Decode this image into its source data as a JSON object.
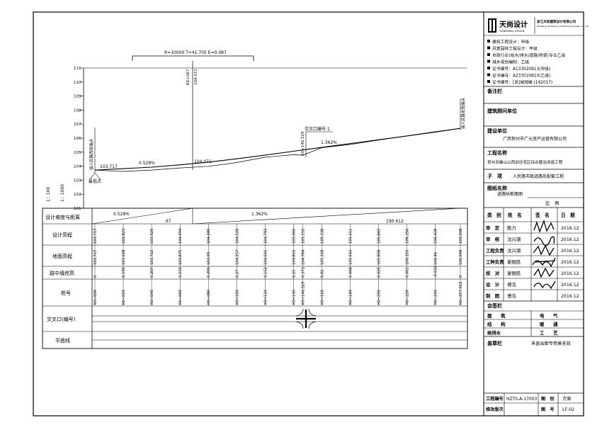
{
  "curve_label": "R=10000 T=41.705 E=0.087",
  "station_top_1": "K0+067",
  "station_top_2": "104.071",
  "start_label": "接人民路西段端点",
  "end_label": "接人民路东段端点",
  "start_elev": "103.717",
  "mid_elev": "104.071",
  "lowest_label": "最低点",
  "grade_1": "0.528%",
  "grade_2": "1.362%",
  "junction_label": "交叉口编号:1",
  "junction_station": "K0+146.529",
  "scale_label": "1：100",
  "scale_label_2": "1：1000",
  "y_ticks": [
    "101",
    "102",
    "103",
    "104",
    "105",
    "106",
    "107",
    "108",
    "109",
    "110",
    "111"
  ],
  "row_labels": {
    "grade": "设计坡度与距离",
    "design": "设计高程",
    "ground": "地面高程",
    "fill": "路中填挖高",
    "station": "桩号",
    "junction": "交叉口(编号)",
    "plan": "平曲线"
  },
  "grade_values": {
    "g1": "0.528%",
    "d1": "67",
    "g2": "1.362%",
    "d2": "190.612"
  },
  "design_elev": [
    "103.717",
    "103.823",
    "103.929",
    "104.094",
    "104.289",
    "104.526",
    "104.793",
    "105.066",
    "105.155",
    "105.338",
    "105.611",
    "105.883",
    "106.156",
    "106.428",
    "106.698"
  ],
  "ground_elev": [
    "103.717",
    "103.628",
    "103.722",
    "103.875",
    "103.99",
    "104.257",
    "104.641",
    "104.816",
    "104.784",
    "105.318",
    "105.543",
    "105.858",
    "106.155",
    "106.46",
    "106.698"
  ],
  "fill_height": [
    "0",
    "0.195",
    "0.207",
    "0.219",
    "0.299",
    "0.27",
    "0.152",
    "0.25",
    "0.371",
    "0.02",
    "0.068",
    "0.025",
    "0.001",
    "-0.032",
    "0"
  ],
  "stations": [
    "K0+000",
    "K0+020",
    "K0+040",
    "K0+060",
    "K0+080",
    "K0+100",
    "K0+120",
    "K0+140",
    "K0+146.529",
    "K0+160",
    "K0+180",
    "K0+200",
    "K0+220",
    "K0+240",
    "K0+257.612"
  ],
  "titleblock": {
    "company": "天尚设计",
    "company_en": "TIANSHANG DESIGN",
    "company_full": "浙江天尚建筑设计有限公司",
    "company_full_en": "Zhejiang TianShang Architecture Design Co., Ltd.",
    "qualifications": [
      "建筑工程设计：甲级",
      "风景园林工程设计：甲级",
      "市政行业(给水/排水/道路/桥梁)专业乙级",
      "城乡规划编制：乙级",
      "证书编号：A133020813(甲级)",
      "证书编号：A233020810(乙级)",
      "证书编号：[浙]城规编 (142017)"
    ],
    "note_label": "备注栏",
    "consult_label": "建筑顾问单位",
    "client_label": "建设单位",
    "client": "广西贺州市广元资产运营有限公司",
    "project_label": "工程名称",
    "project": "贺州灵峰山以西旧住宅区综合整治改造工程",
    "sub_label": "子　项",
    "sub": "人民路市政道路及配套工程",
    "drawing_label": "图纸名称",
    "drawing": "道路纵断面图",
    "scale_label": "比　例",
    "sign_headers": [
      "类　别",
      "姓　名",
      "签　名",
      "日　期"
    ],
    "sign_rows": [
      {
        "role": "审　定",
        "name": "鲍力",
        "date": "2016.12"
      },
      {
        "role": "审　核",
        "name": "沈兴潮",
        "date": "2016.12"
      },
      {
        "role": "工程负责",
        "name": "沈兴潮",
        "date": "2016.12"
      },
      {
        "role": "工种负责",
        "name": "谢丽民",
        "date": "2016.12"
      },
      {
        "role": "校　对",
        "name": "谢丽民",
        "date": "2016.12"
      },
      {
        "role": "设　计",
        "name": "傅浩",
        "date": "2016.12"
      },
      {
        "role": "制　图",
        "name": "傅浩",
        "date": "2016.12"
      }
    ],
    "countersign_label": "会签栏",
    "countersign": [
      [
        "建　　筑",
        "电　　气"
      ],
      [
        "结　　构",
        "暖　　通"
      ],
      [
        "给排水",
        "工　　艺"
      ]
    ],
    "stamp_label": "盖章栏",
    "stamp_note": "未盖出图专用章无效",
    "project_no_label": "工程编号",
    "project_no": "HZTS-A-17003",
    "type_label": "图　别",
    "type": "方案",
    "revision_label": "修改版次",
    "drawing_no_label": "图　号",
    "drawing_no": "LF-02"
  }
}
